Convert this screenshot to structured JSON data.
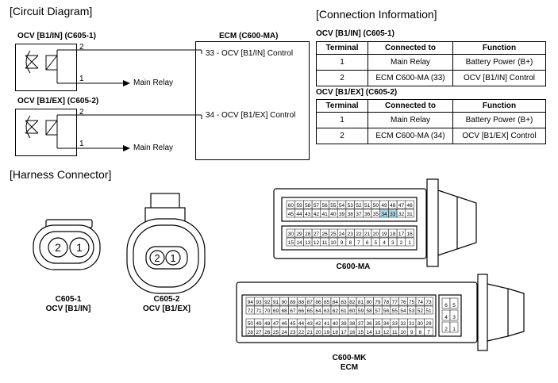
{
  "sections": {
    "circuit": "[Circuit Diagram]",
    "connection": "[Connection Information]",
    "harness": "[Harness Connector]"
  },
  "circuit": {
    "ecm_title": "ECM (C600-MA)",
    "ocv1": {
      "title": "OCV [B1/IN] (C605-1)",
      "pin2": "2",
      "pin1": "1",
      "ecm_pin": "33 - OCV [B1/IN] Control",
      "relay": "Main Relay"
    },
    "ocv2": {
      "title": "OCV [B1/EX] (C605-2)",
      "pin2": "2",
      "pin1": "1",
      "ecm_pin": "34 - OCV [B1/EX] Control",
      "relay": "Main Relay"
    }
  },
  "connection": {
    "headers": [
      "Terminal",
      "Connected to",
      "Function"
    ],
    "tables": [
      {
        "title": "OCV [B1/IN] (C605-1)",
        "rows": [
          [
            "1",
            "Main Relay",
            "Battery Power (B+)"
          ],
          [
            "2",
            "ECM C600-MA (33)",
            "OCV [B1/IN] Control"
          ]
        ]
      },
      {
        "title": "OCV [B1/EX] (C605-2)",
        "rows": [
          [
            "1",
            "Main Relay",
            "Battery Power (B+)"
          ],
          [
            "2",
            "ECM C600-MA (34)",
            "OCV [B1/EX] Control"
          ]
        ]
      }
    ]
  },
  "harness": {
    "c605_1": {
      "pins": [
        "2",
        "1"
      ],
      "label1": "C605-1",
      "label2": "OCV [B1/IN]"
    },
    "c605_2": {
      "pins": [
        "2",
        "1"
      ],
      "label1": "C605-2",
      "label2": "OCV [B1/EX]"
    },
    "c600_ma": {
      "label": "C600-MA",
      "row1": [
        "60",
        "59",
        "58",
        "57",
        "56",
        "55",
        "54",
        "53",
        "52",
        "51",
        "50",
        "49",
        "48",
        "47",
        "46"
      ],
      "row2": [
        "45",
        "44",
        "43",
        "42",
        "41",
        "40",
        "39",
        "38",
        "37",
        "36",
        "35",
        "34",
        "33",
        "32",
        "31"
      ],
      "row3": [
        "30",
        "29",
        "28",
        "27",
        "26",
        "25",
        "24",
        "23",
        "22",
        "21",
        "20",
        "19",
        "18",
        "17",
        "16"
      ],
      "row4": [
        "15",
        "14",
        "13",
        "12",
        "11",
        "10",
        "9",
        "8",
        "7",
        "6",
        "5",
        "4",
        "3",
        "2",
        "1"
      ],
      "highlight": [
        "34",
        "33"
      ],
      "highlight_color": "#a9d7e8"
    },
    "c600_mk": {
      "label1": "C600-MK",
      "label2": "ECM",
      "row1": [
        "94",
        "93",
        "92",
        "91",
        "90",
        "89",
        "88",
        "87",
        "86",
        "85",
        "84",
        "83",
        "82",
        "81",
        "80",
        "79",
        "78",
        "77",
        "76",
        "75",
        "74",
        "73"
      ],
      "row2": [
        "72",
        "71",
        "70",
        "69",
        "68",
        "67",
        "66",
        "65",
        "64",
        "63",
        "62",
        "61",
        "60",
        "59",
        "58",
        "57",
        "56",
        "55",
        "54",
        "53",
        "52",
        "51"
      ],
      "row3": [
        "50",
        "49",
        "48",
        "47",
        "46",
        "45",
        "44",
        "43",
        "42",
        "41",
        "40",
        "39",
        "38",
        "37",
        "36",
        "35",
        "34",
        "33",
        "32",
        "31",
        "30",
        "29"
      ],
      "row4": [
        "28",
        "27",
        "26",
        "25",
        "24",
        "23",
        "22",
        "21",
        "20",
        "19",
        "18",
        "17",
        "16",
        "15",
        "14",
        "13",
        "12",
        "11",
        "10",
        "9",
        "8",
        "7"
      ],
      "side": [
        "6",
        "5",
        "4",
        "3",
        "2",
        "1"
      ]
    }
  }
}
